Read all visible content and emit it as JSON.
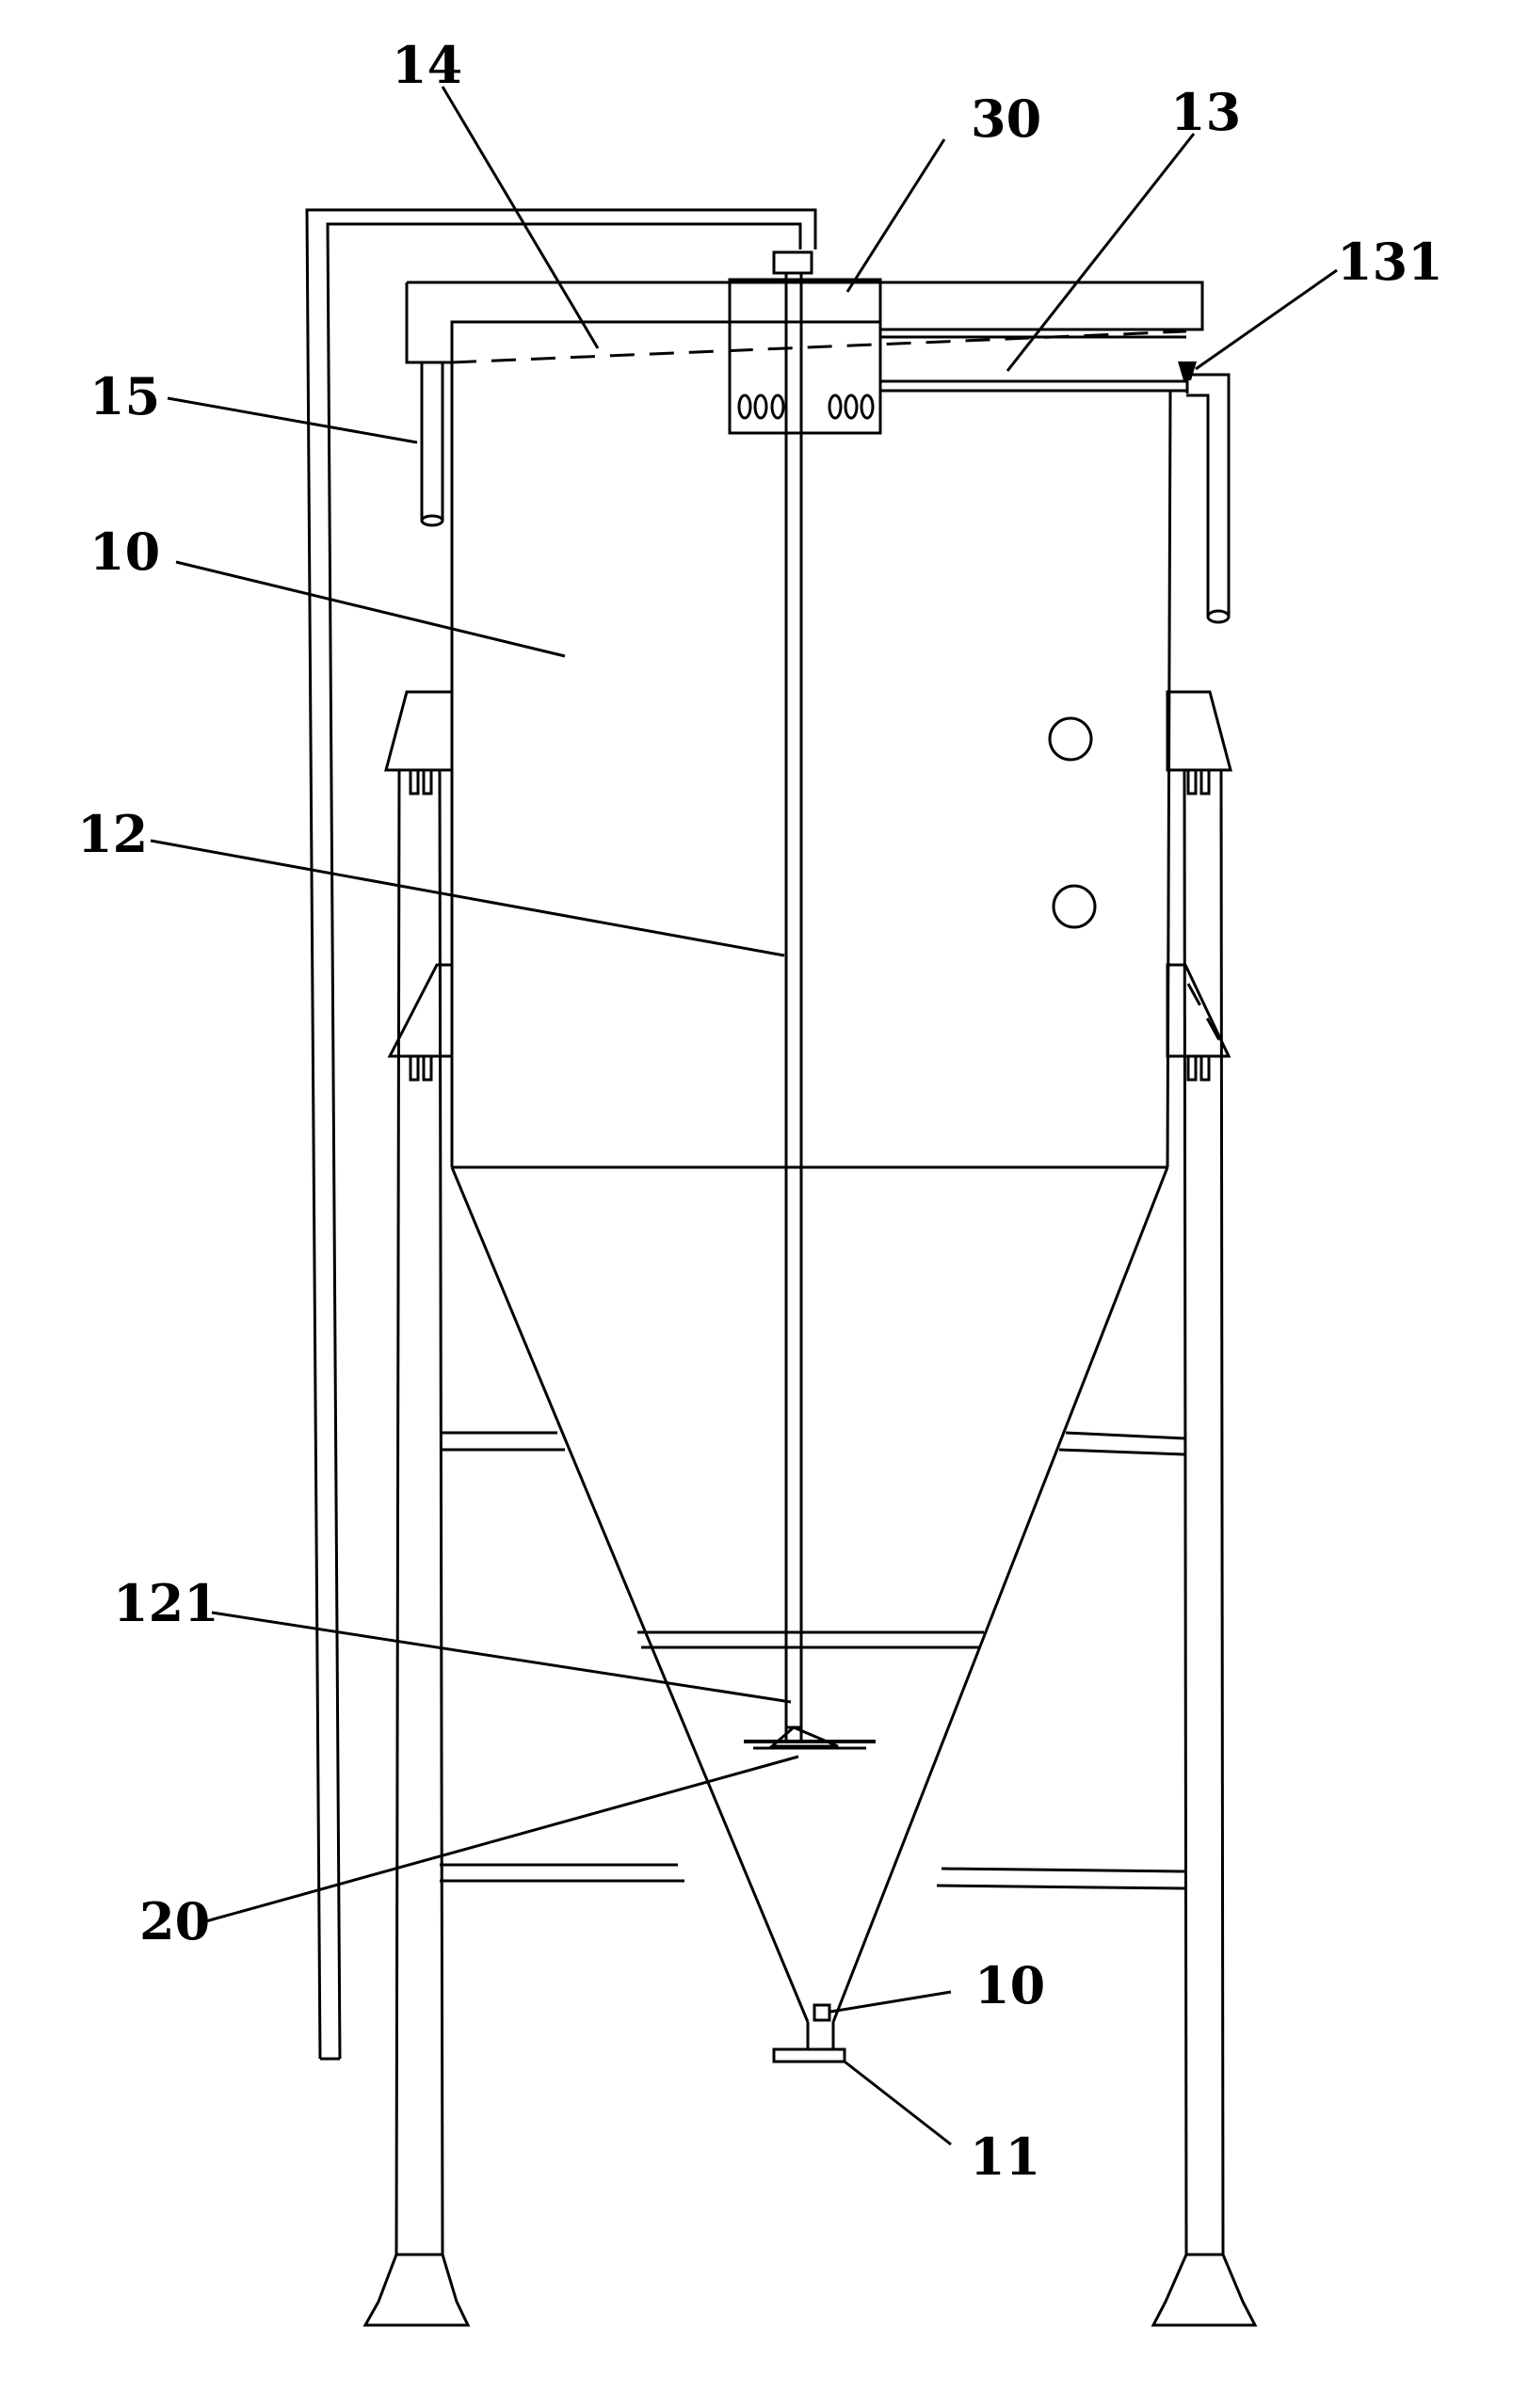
{
  "labels": {
    "l14": "14",
    "l30": "30",
    "l13": "13",
    "l131": "131",
    "l15": "15",
    "l10_top": "10",
    "l12": "12",
    "l121": "121",
    "l20": "20",
    "l10_bottom": "10",
    "l11": "11"
  }
}
